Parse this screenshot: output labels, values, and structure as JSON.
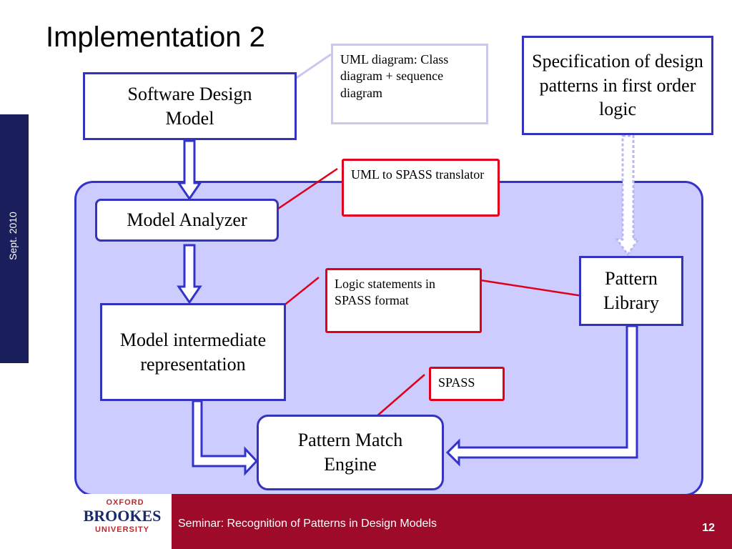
{
  "slide": {
    "title": "Implementation 2",
    "side_label": "Sept. 2010"
  },
  "nodes": {
    "software_design_model": "Software Design Model",
    "spec": "Specification of design patterns in first order logic",
    "model_analyzer": "Model Analyzer",
    "model_ir": "Model intermediate representation",
    "pattern_library": "Pattern Library",
    "pattern_match_engine": "Pattern Match Engine"
  },
  "notes": {
    "uml_diagram": "UML diagram: Class diagram + sequence diagram",
    "uml_to_spass": "UML to SPASS translator",
    "logic_statements": "Logic statements in SPASS format",
    "spass": "SPASS"
  },
  "footer": {
    "seminar": "Seminar: Recognition of Patterns in Design Models",
    "page": "12",
    "logo_top": "OXFORD",
    "logo_main": "BROOKES",
    "logo_bottom": "UNIVERSITY"
  },
  "colors": {
    "box_border": "#3333bb",
    "region_fill": "#ccccff",
    "note_red": "#e0001b",
    "footer_red": "#9e0a2a",
    "sidebar_navy": "#1a1f5c"
  }
}
